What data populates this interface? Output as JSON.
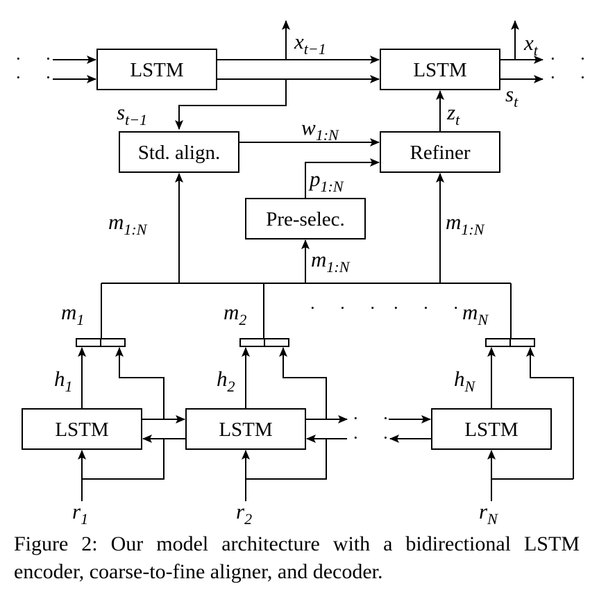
{
  "diagram": {
    "decoder_lstm_prev": "LSTM",
    "decoder_lstm_curr": "LSTM",
    "std_align": "Std. align.",
    "refiner": "Refiner",
    "pre_select": "Pre-selec.",
    "encoder_lstm_1": "LSTM",
    "encoder_lstm_2": "LSTM",
    "encoder_lstm_n": "LSTM",
    "x_prev": {
      "base": "x",
      "sub": "t−1"
    },
    "x_t": {
      "base": "x",
      "sub": "t"
    },
    "s_t": {
      "base": "s",
      "sub": "t"
    },
    "s_prev": {
      "base": "s",
      "sub": "t−1"
    },
    "w": {
      "base": "w",
      "sub": "1:N"
    },
    "p": {
      "base": "p",
      "sub": "1:N"
    },
    "z_t": {
      "base": "z",
      "sub": "t"
    },
    "m_left": {
      "base": "m",
      "sub": "1:N"
    },
    "m_mid": {
      "base": "m",
      "sub": "1:N"
    },
    "m_right": {
      "base": "m",
      "sub": "1:N"
    },
    "m1": {
      "base": "m",
      "sub": "1"
    },
    "m2": {
      "base": "m",
      "sub": "2"
    },
    "mN": {
      "base": "m",
      "sub": "N"
    },
    "h1": {
      "base": "h",
      "sub": "1"
    },
    "h2": {
      "base": "h",
      "sub": "2"
    },
    "hN": {
      "base": "h",
      "sub": "N"
    },
    "r1": {
      "base": "r",
      "sub": "1"
    },
    "r2": {
      "base": "r",
      "sub": "2"
    },
    "rN": {
      "base": "r",
      "sub": "N"
    },
    "dots": "· ·",
    "dots_wide": "· · ·"
  },
  "caption": "Figure 2: Our model architecture with a bidirectional LSTM encoder, coarse-to-fine aligner, and decoder."
}
